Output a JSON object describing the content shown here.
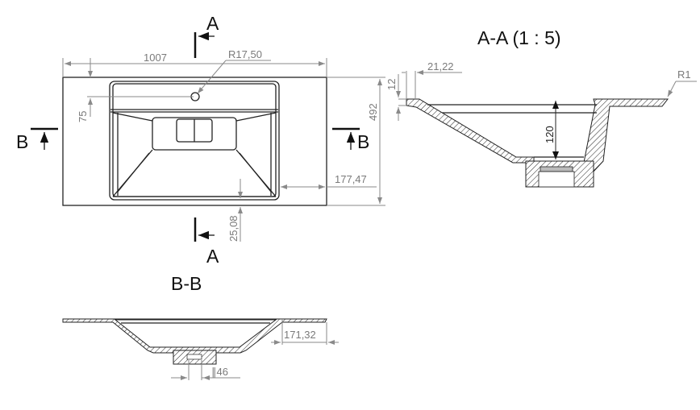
{
  "top_view": {
    "width_dim": "1007",
    "depth_dim": "492",
    "hole_radius": "R17,50",
    "hole_offset": "75",
    "side_offset": "177,47",
    "front_offset": "25,08",
    "section_a_label": "A",
    "section_b_label": "B"
  },
  "section_aa": {
    "title": "A-A (1 : 5)",
    "lip_dim": "21,22",
    "thickness_dim": "12",
    "depth_dim": "120",
    "radius_dim": "R1"
  },
  "section_bb": {
    "title": "B-B",
    "side_dim": "171,32",
    "drain_dim": "∥46"
  }
}
